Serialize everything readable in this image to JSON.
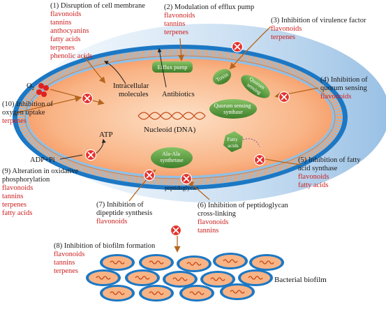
{
  "mechanisms": [
    {
      "id": "m1",
      "title": "(1) Disruption of cell membrane",
      "agents": [
        "flavonoids",
        "tannins",
        "anthocyanins",
        "fatty acids",
        "terpenes",
        "phenolic acids"
      ]
    },
    {
      "id": "m2",
      "title": "(2) Modulation of efflux pump",
      "agents": [
        "flavonoids",
        "tannins",
        "terpenes"
      ]
    },
    {
      "id": "m3",
      "title": "(3) Inhibition of virulence factor",
      "agents": [
        "flavonoids",
        "terpenes"
      ]
    },
    {
      "id": "m4",
      "title_lines": [
        "(4) Inhibition of",
        "quorum sensing"
      ],
      "agents": [
        "flavonoids"
      ]
    },
    {
      "id": "m5",
      "title_lines": [
        "(5) Inhibition of fatty",
        "acid synthase"
      ],
      "agents": [
        "flavonoids",
        "fatty acids"
      ]
    },
    {
      "id": "m6",
      "title_lines": [
        "(6) Inhibition of peptidoglycan",
        "cross-linking"
      ],
      "agents": [
        "flavonoids",
        "tannins"
      ]
    },
    {
      "id": "m7",
      "title_lines": [
        "(7) Inhibition of",
        "dipeptide synthesis"
      ],
      "agents": [
        "flavonoids"
      ]
    },
    {
      "id": "m8",
      "title": "(8) Inhibition of biofilm formation",
      "agents": [
        "flavonoids",
        "tannins",
        "terpenes"
      ]
    },
    {
      "id": "m9",
      "title_lines": [
        "(9) Alteration in oxidative",
        "phosphorylation"
      ],
      "agents": [
        "flavonoids",
        "tannins",
        "terpenes",
        "fatty acids"
      ]
    },
    {
      "id": "m10",
      "title_lines": [
        "(10) Inhibition of",
        "oxygen uptake"
      ],
      "agents": [
        "terpenes"
      ]
    }
  ],
  "cell_labels": {
    "efflux_pump": "Efflux pump",
    "intracellular": [
      "Intracellular",
      "molecules"
    ],
    "antibiotics": "Antibiotics",
    "toxin": "Toxin",
    "quorum_sensing": [
      "Quorum",
      "sensing"
    ],
    "qs_synthase": [
      "Quorum sensing",
      "synthase"
    ],
    "nucleoid": "Nucleoid (DNA)",
    "atp": "ATP",
    "adp": "ADP+Pi",
    "o2": "O",
    "o2_sub": "2",
    "fatty_acids": [
      "Fatty",
      "acids"
    ],
    "ala_ala": [
      "Ala-Ala",
      "synthetase"
    ],
    "peptidoglycan": "peptidoglycan",
    "biofilm": "Bacterial biofilm"
  },
  "colors": {
    "agent_text": "#cc1f1f",
    "cytoplasm": "#f7a06a",
    "membrane_blue": "#1c78c4",
    "enzyme_green": "#5b9a3c",
    "inhibit_red": "#e5312b",
    "arrow_brown": "#b5651d"
  }
}
